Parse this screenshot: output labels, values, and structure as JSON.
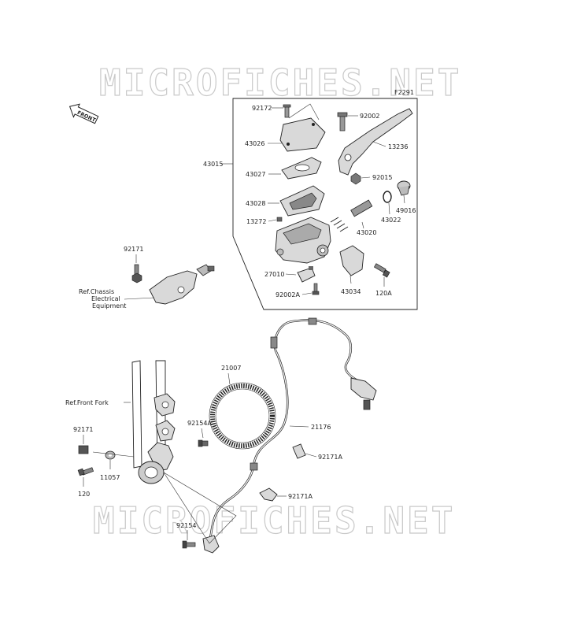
{
  "watermark": {
    "top": "MICROFICHES.NET",
    "bottom": "MICROFICHES.NET"
  },
  "figure_code": "F2291",
  "front_arrow": "FRONT",
  "labels": {
    "p92172": "92172",
    "p43026": "43026",
    "p43015": "43015",
    "p43027": "43027",
    "p43028": "43028",
    "p13272": "13272",
    "p27010": "27010",
    "p92002A": "92002A",
    "p92002": "92002",
    "p13236": "13236",
    "p92015": "92015",
    "p49016": "49016",
    "p43022": "43022",
    "p43020": "43020",
    "p43034": "43034",
    "p120A": "120A",
    "p92171_top": "92171",
    "ref_chassis_1": "Ref.Chassis",
    "ref_chassis_2": "Electrical",
    "ref_chassis_3": "Equipment",
    "ref_front_fork": "Ref.Front Fork",
    "p21007": "21007",
    "p92154A": "92154A",
    "p21176": "21176",
    "p92171A_1": "92171A",
    "p92171A_2": "92171A",
    "p92171_bot": "92171",
    "p11057": "11057",
    "p120": "120",
    "p92154": "92154"
  }
}
